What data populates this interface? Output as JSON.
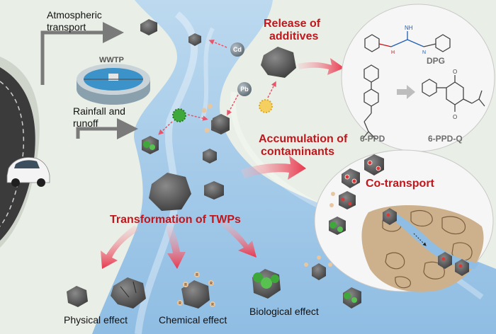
{
  "labels": {
    "atmospheric_line1": "Atmospheric",
    "atmospheric_line2": "transport",
    "wwtp": "WWTP",
    "rainfall_line1": "Rainfall and",
    "rainfall_line2": "runoff",
    "release_line1": "Release of",
    "release_line2": "additives",
    "accumulation_line1": "Accumulation of",
    "accumulation_line2": "contaminants",
    "cotransport": "Co-transport",
    "transformation": "Transformation of TWPs",
    "physical": "Physical effect",
    "chemical": "Chemical effect",
    "biological": "Biological effect"
  },
  "chemicals": {
    "dpg": "DPG",
    "ppd": "6-PPD",
    "ppdq": "6-PPD-Q",
    "nh": "NH",
    "h": "H",
    "n": "N",
    "o": "O",
    "r": "R"
  },
  "ions": {
    "cd": "Cd",
    "pb": "Pb"
  },
  "colors": {
    "river": "#a9cdea",
    "river_dark": "#7fb2de",
    "road": "#3b3b3b",
    "particle": "#5c5c5c",
    "highlight": "#c0161c",
    "biofilm": "#3fa83a",
    "soil": "#cdb18c"
  }
}
